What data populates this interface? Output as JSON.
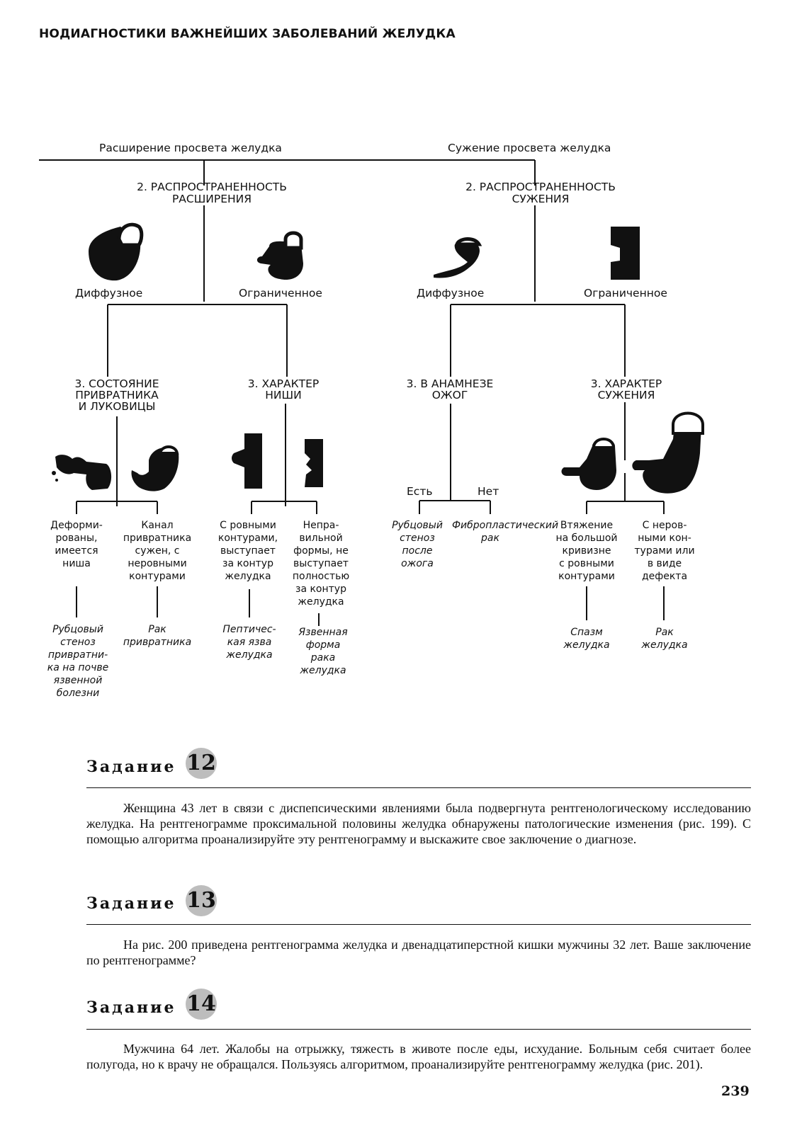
{
  "header": "НОДИАГНОСТИКИ ВАЖНЕЙШИХ ЗАБОЛЕВАНИЙ ЖЕЛУДКА",
  "diagram": {
    "top_left": "Расширение просвета желудка",
    "top_right": "Сужение просвета желудка",
    "left_branch": {
      "title_line1": "2. РАСПРОСТРАНЕННОСТЬ",
      "title_line2": "РАСШИРЕНИЯ",
      "diffuse": "Диффузное",
      "limited": "Ограниченное",
      "pylorus_title_line1": "3. СОСТОЯНИЕ",
      "pylorus_title_line2": "ПРИВРАТНИКА",
      "pylorus_title_line3": "И ЛУКОВИЦЫ",
      "niche_title_line1": "3. ХАРАКТЕР",
      "niche_title_line2": "НИШИ"
    },
    "right_branch": {
      "title_line1": "2. РАСПРОСТРАНЕННОСТЬ",
      "title_line2": "СУЖЕНИЯ",
      "diffuse": "Диффузное",
      "limited": "Ограниченное",
      "burn_title_line1": "3. В АНАМНЕЗЕ",
      "burn_title_line2": "ОЖОГ",
      "narrow_title_line1": "3. ХАРАКТЕР",
      "narrow_title_line2": "СУЖЕНИЯ",
      "yes": "Есть",
      "no": "Нет"
    },
    "leaves": [
      [
        "Деформи-",
        "рованы,",
        "имеется",
        "ниша"
      ],
      [
        "Канал",
        "привратника",
        "сужен, с",
        "неровными",
        "контурами"
      ],
      [
        "С ровными",
        "контурами,",
        "выступает",
        "за контур",
        "желудка"
      ],
      [
        "Непра-",
        "вильной",
        "формы, не",
        "выступает",
        "полностью",
        "за контур",
        "желудка"
      ],
      [
        "Рубцовый",
        "стеноз",
        "после",
        "ожога"
      ],
      [
        "Фибропластический",
        "рак"
      ],
      [
        "Втяжение",
        "на большой",
        "кривизне",
        "с ровными",
        "контурами"
      ],
      [
        "С неров-",
        "ными кон-",
        "турами или",
        "в виде",
        "дефекта"
      ]
    ],
    "results": [
      [
        "Рубцовый",
        "стеноз",
        "привратни-",
        "ка на почве",
        "язвенной",
        "болезни"
      ],
      [
        "Рак",
        "привратника"
      ],
      [
        "Пептичес-",
        "кая язва",
        "желудка"
      ],
      [
        "Язвенная",
        "форма",
        "рака",
        "желудка"
      ],
      [
        "Спазм",
        "желудка"
      ],
      [
        "Рак",
        "желудка"
      ]
    ]
  },
  "tasks": [
    {
      "label": "Задание",
      "number": "12",
      "text": "Женщина 43 лет в связи с диспепсическими явлениями была подвергнута рентгенологическому исследованию желудка. На рентгенограмме проксимальной половины желудка обнаружены патологические изменения (рис. 199). С помощью алгоритма проанализируйте эту рентгенограмму и выскажите свое заключение о диагнозе."
    },
    {
      "label": "Задание",
      "number": "13",
      "text": "На рис. 200 приведена рентгенограмма желудка и двенадцатиперстной кишки мужчины 32 лет. Ваше заключение по рентгенограмме?"
    },
    {
      "label": "Задание",
      "number": "14",
      "text": "Мужчина 64 лет. Жалобы на отрыжку, тяжесть в животе после еды, исхудание. Больным себя считает более полугода, но к врачу не обращался. Пользуясь алгоритмом, проанализируйте рентгенограмму желудка (рис. 201)."
    }
  ],
  "page_number": "239"
}
